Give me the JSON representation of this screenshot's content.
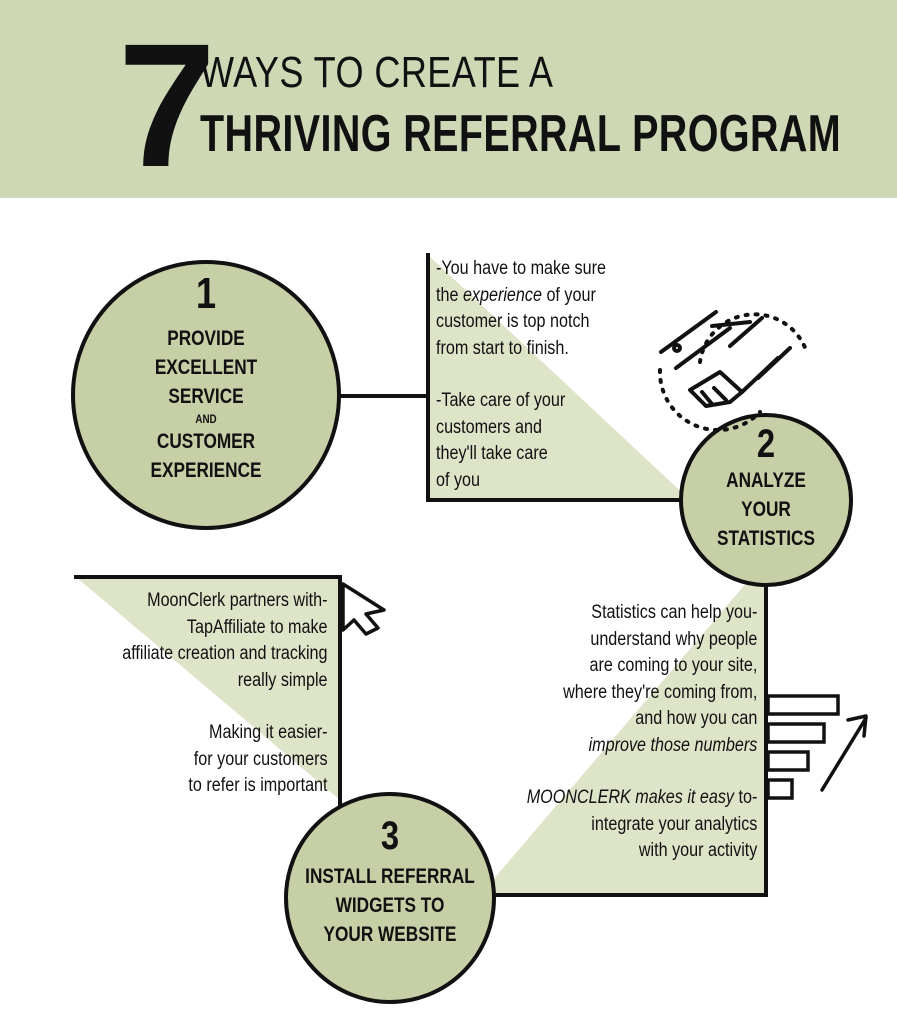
{
  "header": {
    "number": "7",
    "line1": "WAYS TO CREATE A",
    "line2": "THRIVING REFERRAL PROGRAM"
  },
  "steps": [
    {
      "number": "1",
      "title_lines": [
        "PROVIDE",
        "EXCELLENT",
        "SERVICE"
      ],
      "connector": "AND",
      "title_lines_after": [
        "CUSTOMER",
        "EXPERIENCE"
      ],
      "notes": [
        [
          "-You have to make sure",
          "the ",
          "experience",
          " of your",
          "customer is top notch",
          "from start to finish."
        ],
        [
          "-Take care of your",
          "customers and",
          "they'll take care",
          "of you"
        ]
      ]
    },
    {
      "number": "2",
      "title_lines": [
        "ANALYZE",
        "YOUR",
        "STATISTICS"
      ],
      "notes": [
        [
          "Statistics can help you-",
          "understand why people",
          "are coming to your site,",
          "where they're coming from,",
          "and how you can",
          "improve those numbers"
        ],
        [
          "MOONCLERK makes it easy",
          " to-",
          "integrate your analytics",
          "with your activity"
        ]
      ]
    },
    {
      "number": "3",
      "title_lines": [
        "INSTALL REFERRAL",
        "WIDGETS TO",
        "YOUR WEBSITE"
      ],
      "notes": [
        [
          "MoonClerk partners with-",
          "TapAffiliate to make",
          "affiliate creation and tracking",
          "really simple"
        ],
        [
          "Making it easier-",
          "for your customers",
          "to refer is important"
        ]
      ]
    }
  ],
  "icons": [
    "handshake-icon",
    "bar-chart-icon",
    "cursor-arrow-icon"
  ],
  "colors": {
    "header_bg": "#cfd8b4",
    "circle_fill": "#c6cfa6",
    "triangle_fill": "#dde4c8",
    "ink": "#111111"
  }
}
